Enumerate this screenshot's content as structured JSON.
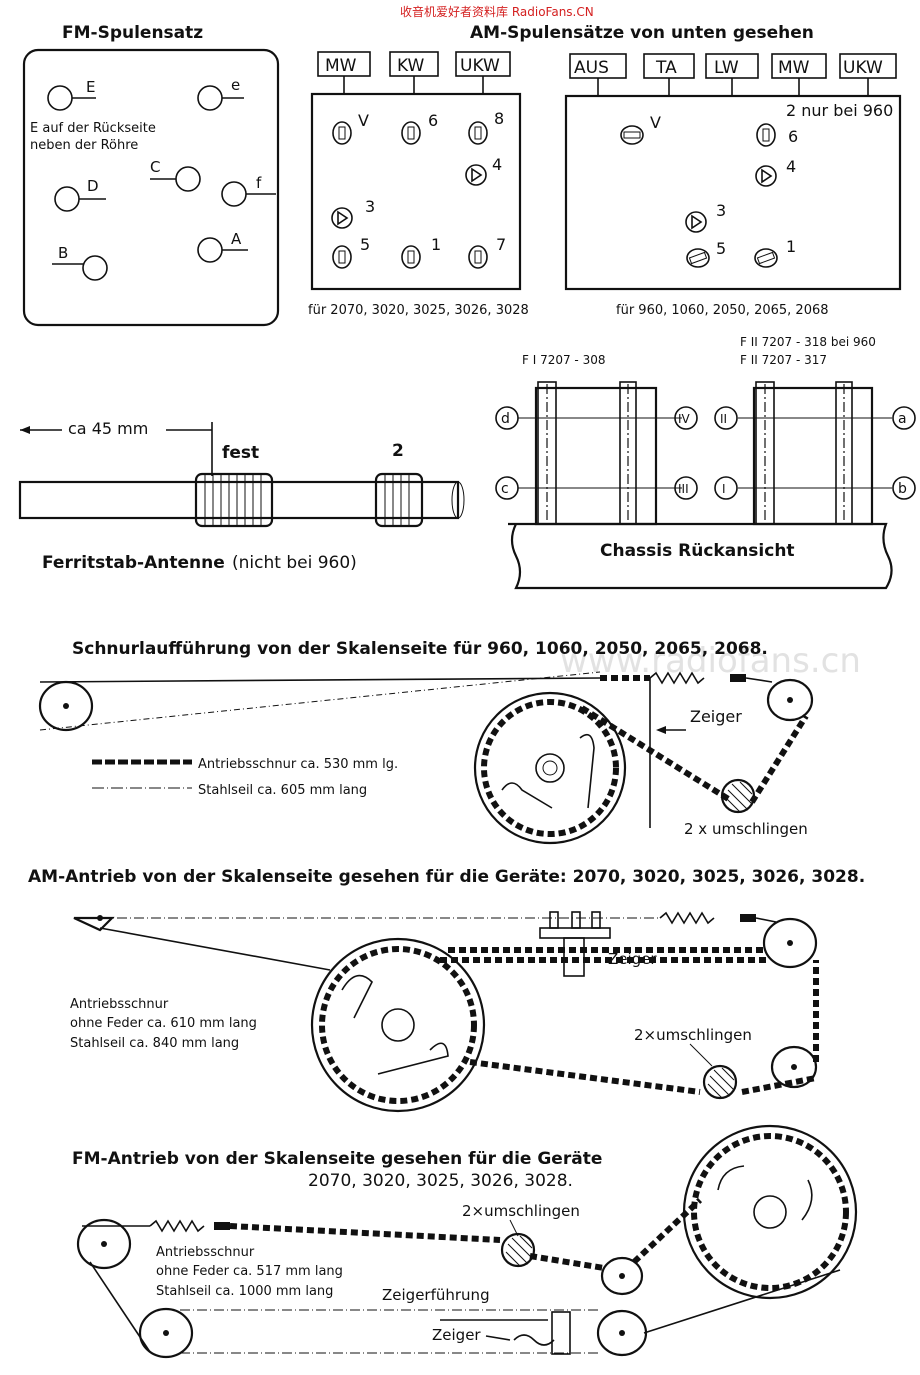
{
  "watermark": {
    "top": "收音机爱好者资料库 RadioFans.CN",
    "middle": "www.radiofans.cn"
  },
  "fm_coil_set": {
    "title": "FM-Spulensatz",
    "note_line1": "E auf der Rückseite",
    "note_line2": "neben der Röhre",
    "points": [
      "E",
      "e",
      "C",
      "D",
      "f",
      "B",
      "A"
    ]
  },
  "am_coil_sets": {
    "title": "AM-Spulensätze von unten gesehen",
    "left_buttons": [
      "MW",
      "KW",
      "UKW"
    ],
    "left_labels": [
      "V",
      "6",
      "8",
      "4",
      "3",
      "5",
      "1",
      "7"
    ],
    "left_caption": "für 2070, 3020, 3025, 3026, 3028",
    "right_buttons": [
      "AUS",
      "TA",
      "LW",
      "MW",
      "UKW"
    ],
    "right_note": "2 nur bei 960",
    "right_labels": [
      "V",
      "6",
      "4",
      "3",
      "5",
      "1"
    ],
    "right_caption": "für 960, 1060, 2050, 2065, 2068"
  },
  "ferrite": {
    "dimension": "ca 45 mm",
    "fixed": "fest",
    "coil2": "2",
    "title": "Ferritstab-Antenne",
    "note": "(nicht bei 960)"
  },
  "chassis": {
    "label_f1": "F I 7207 - 308",
    "label_f2a": "F II 7207 - 318 bei 960",
    "label_f2b": "F II 7207 - 317",
    "terminals_left": [
      "d",
      "c"
    ],
    "terminals_mid": [
      "IV",
      "III",
      "II",
      "I"
    ],
    "terminals_right": [
      "a",
      "b"
    ],
    "title": "Chassis Rückansicht"
  },
  "cord1": {
    "title": "Schnurlaufführung von der Skalenseite für 960, 1060, 2050, 2065, 2068.",
    "legend_drive": "Antriebsschnur ca. 530 mm lg.",
    "legend_steel": "Stahlseil ca. 605 mm lang",
    "pointer": "Zeiger",
    "wraps": "2 x umschlingen"
  },
  "am_drive": {
    "title": "AM-Antrieb von der Skalenseite gesehen für die Geräte: 2070, 3020, 3025, 3026, 3028.",
    "note1": "Antriebsschnur",
    "note2": "ohne Feder ca. 610 mm lang",
    "note3": "Stahlseil ca. 840 mm lang",
    "pointer": "Zeiger",
    "wraps": "2×umschlingen"
  },
  "fm_drive": {
    "title1": "FM-Antrieb von der Skalenseite gesehen für die Geräte",
    "title2": "2070, 3020, 3025, 3026, 3028.",
    "note1": "Antriebsschnur",
    "note2": "ohne Feder ca. 517 mm lang",
    "note3": "Stahlseil ca. 1000 mm lang",
    "wraps": "2×umschlingen",
    "guide": "Zeigerführung",
    "pointer": "Zeiger"
  }
}
